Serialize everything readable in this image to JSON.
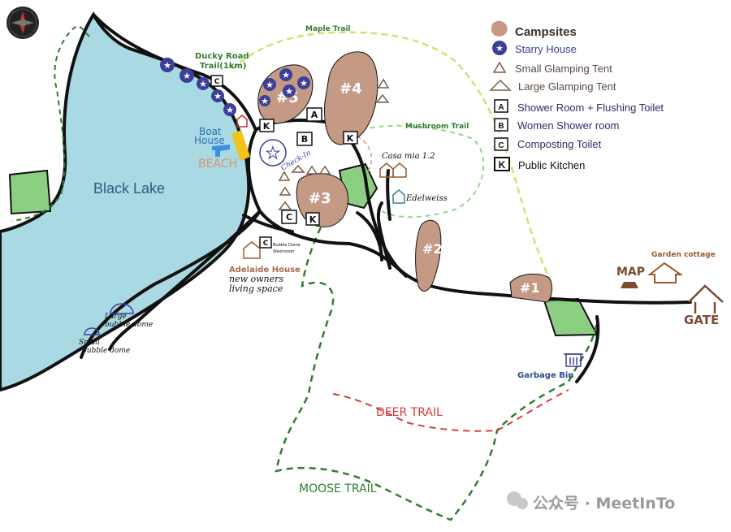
{
  "colors": {
    "lake": "#a9d9e3",
    "campsite": "#c49a84",
    "road": "#111111",
    "maple_trail": "#c7e86e",
    "mushroom_trail": "#8fd98a",
    "moose_trail": "#2f7d32",
    "deer_trail": "#d83a3a",
    "forest": "#8ccf82",
    "starry": "#3b3f9a",
    "beach": "#f2c318",
    "boat": "#3b8fe0",
    "brown_label": "#a56b4d",
    "garden_text": "#9b5a2e"
  },
  "compass": "compass-icon",
  "legend": {
    "campsites": "Campsites",
    "starry_house": "Starry House",
    "small_tent": "Small Glamping Tent",
    "large_tent": "Large Glamping Tent",
    "shower": "Shower Room + Flushing Toilet",
    "women_shower": "Women Shower room",
    "composting": "Composting Toilet",
    "kitchen": "Public Kitchen",
    "letter_a": "A",
    "letter_b": "B",
    "letter_c": "C",
    "letter_k": "K"
  },
  "labels": {
    "black_lake": "Black Lake",
    "maple_trail": "Maple Trail",
    "ducky_road": "Ducky Road",
    "ducky_road_2": "Trail(1km)",
    "boat_house_1": "Boat",
    "boat_house_2": "House",
    "beach": "BEACH",
    "check_in": "Check-In",
    "mushroom_trail": "Mushroom Trail",
    "casa_mia": "Casa mia 1.2",
    "edelweiss": "Edelweiss",
    "site1": "#1",
    "site2": "#2",
    "site3": "#3",
    "site4": "#4",
    "site5": "#5",
    "bubble_washroom_1": "Bubble Dome",
    "bubble_washroom_2": "Washroom",
    "adelaide_house": "Adelaide House",
    "new_owners_1": "new owners",
    "new_owners_2": "living space",
    "large_bubble_1": "Large",
    "large_bubble_2": "bubble dome",
    "small_bubble_1": "Small",
    "small_bubble_2": "bubble dome",
    "garden_cottage": "Garden cottage",
    "map": "MAP",
    "gate": "GATE",
    "garbage_bin": "Garbage Bin",
    "deer_trail": "DEER TRAIL",
    "moose_trail": "MOOSE TRAIL",
    "watermark": "公众号 · MeetInTo"
  }
}
